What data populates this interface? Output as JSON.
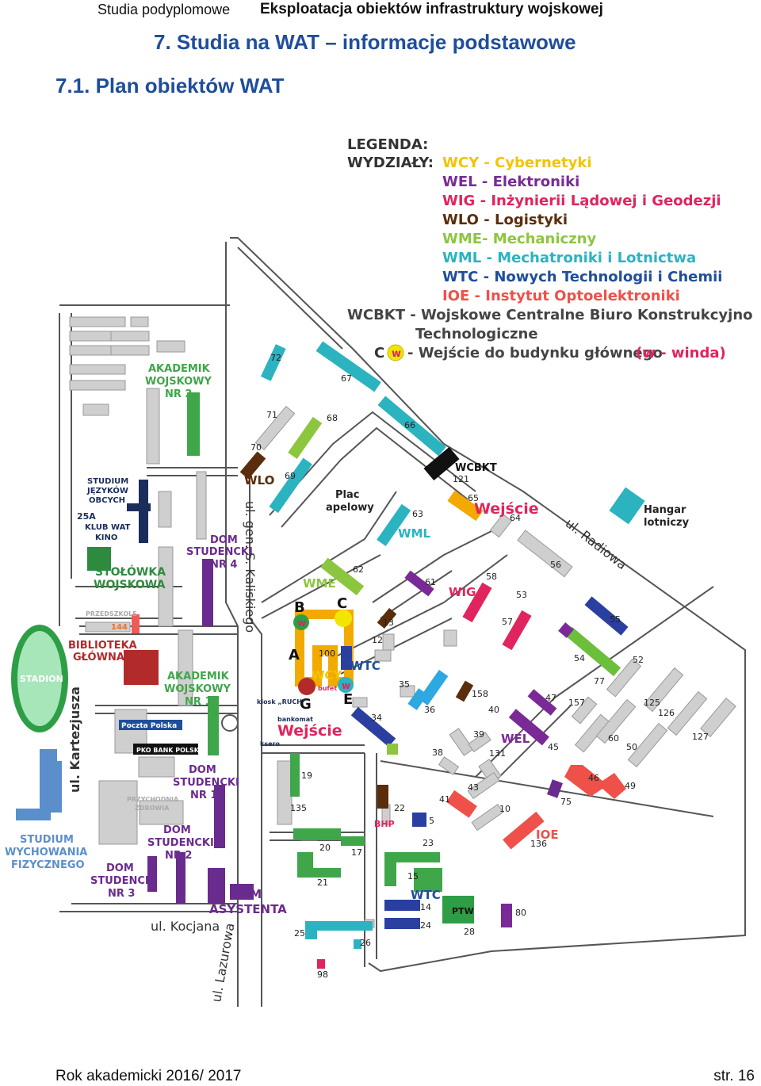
{
  "header": {
    "left": "Studia podyplomowe",
    "right": "Eksploatacja obiektów infrastruktury wojskowej"
  },
  "chapter_title": "7. Studia na WAT – informacje podstawowe",
  "section_title": "7.1.  Plan obiektów WAT",
  "footer": {
    "left": "Rok akademicki 2016/ 2017",
    "right": "str. 16"
  },
  "legend": {
    "title": "LEGENDA:",
    "faculties_label": "WYDZIAŁY:",
    "items": [
      {
        "text": "WCY - Cybernetyki",
        "color": "#f2c400"
      },
      {
        "text": "WEL  - Elektroniki",
        "color": "#7a2a97"
      },
      {
        "text": "WIG  - Inżynierii Lądowej i Geodezji",
        "color": "#e0245e"
      },
      {
        "text": "WLO - Logistyki",
        "color": "#5a2d0c"
      },
      {
        "text": "WME- Mechaniczny",
        "color": "#8cc63f"
      },
      {
        "text": "WML - Mechatroniki i Lotnictwa",
        "color": "#2bb3c0"
      },
      {
        "text": "WTC  - Nowych Technologii i Chemii",
        "color": "#1f4e9b"
      },
      {
        "text": "IOE - Instytut Optoelektroniki",
        "color": "#f0504a"
      }
    ],
    "wcbkt_line1": "WCBKT - Wojskowe Centralne Biuro Konstrukcyjno",
    "wcbkt_line2": "Technologiczne",
    "entrance_letter": "C",
    "entrance_badge": "w",
    "entrance_text": "- Wejście do budynku głównego",
    "entrance_note": "(w - winda)"
  },
  "map_labels": {
    "akademik2": [
      "AKADEMIK",
      "WOJSKOWY",
      "NR 2"
    ],
    "studium": [
      "STUDIUM",
      "JĘZYKÓW",
      "OBCYCH"
    ],
    "b25a": "25A",
    "klub": [
      "KLUB WAT",
      "KINO"
    ],
    "dom4": [
      "DOM",
      "STUDENCKI",
      "NR 4"
    ],
    "stolowka": [
      "STOŁÓWKA",
      "WOJSKOWA"
    ],
    "przedszkole": "PRZEDSZKOLE",
    "b144": "144",
    "biblioteka": [
      "BIBLIOTEKA",
      "GŁÓWNA"
    ],
    "stadion": "STADION",
    "akademik1": [
      "AKADEMIK",
      "WOJSKOWY",
      "NR 1"
    ],
    "kartezjusza": "ul. Kartezjusza",
    "poczta": "Poczta Polska",
    "pko": "PKO BANK POLSKI",
    "dom1": [
      "DOM",
      "STUDENCKI",
      "NR 1"
    ],
    "przychodnia": [
      "PRZYCHODNIA",
      "ZDROWIA"
    ],
    "studium_wf": [
      "STUDIUM",
      "WYCHOWANIA",
      "FIZYCZNEGO"
    ],
    "dom2": [
      "DOM",
      "STUDENCKI",
      "NR 2"
    ],
    "dom3": [
      "DOM",
      "STUDENCKI",
      "NR 3"
    ],
    "dom_asystenta": [
      "DOM",
      "ASYSTENTA"
    ],
    "kocjana": "ul. Kocjana",
    "lazurowa": "ul. Lazurowa",
    "kaliskiego": "ul. gen. S. Kaliskiego",
    "radiowa": "ul. Radiowa",
    "plac": [
      "Plac",
      "apelowy"
    ],
    "hangar": [
      "Hangar",
      "lotniczy"
    ],
    "wcbkt": "WCBKT",
    "wejscie1": "Wejście",
    "wejscie2": "Wejście",
    "kiosk": "kiosk „RUCH”",
    "bankomat": "bankomat",
    "ksero": "ksero",
    "bufet": "bufet",
    "bhp": "BHP",
    "ptw": "PTW",
    "fac": {
      "wlo": "WLO",
      "wme": "WME",
      "wml": "WML",
      "wig": "WIG",
      "wcy": "WCY",
      "wtc1": "WTC",
      "wel": "WEL",
      "ioe": "IOE",
      "wtc2": "WTC"
    },
    "letters": {
      "a": "A",
      "b": "B",
      "c": "C",
      "e": "E",
      "g": "G",
      "w": "w"
    }
  },
  "building_numbers": [
    "72",
    "67",
    "71",
    "68",
    "66",
    "70",
    "69",
    "121",
    "65",
    "64",
    "63",
    "62",
    "61",
    "58",
    "56",
    "53",
    "57",
    "55",
    "54",
    "52",
    "13",
    "12",
    "100",
    "35",
    "36",
    "158",
    "47",
    "40",
    "157",
    "77",
    "125",
    "126",
    "34",
    "39",
    "131",
    "45",
    "60",
    "50",
    "127",
    "38",
    "43",
    "46",
    "49",
    "41",
    "10",
    "75",
    "19",
    "135",
    "22",
    "5",
    "23",
    "136",
    "20",
    "17",
    "15",
    "21",
    "14",
    "24",
    "28",
    "80",
    "25",
    "26",
    "98"
  ]
}
